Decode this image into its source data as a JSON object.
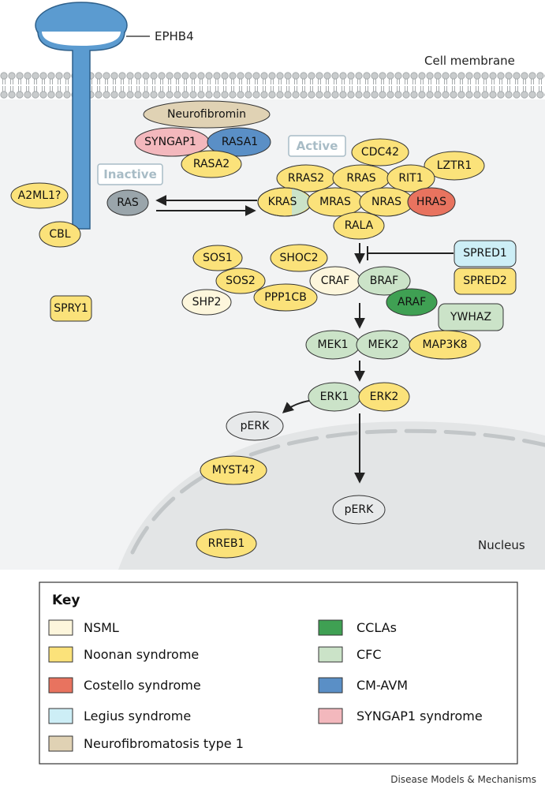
{
  "labels": {
    "receptor": "EPHB4",
    "membrane": "Cell membrane",
    "nucleus": "Nucleus",
    "inactive": "Inactive",
    "active": "Active",
    "credit": "Disease Models & Mechanisms"
  },
  "colors": {
    "nsml": "#fdf6dc",
    "noonan": "#fbe27a",
    "costello": "#e8735f",
    "legius": "#cdeef6",
    "nf1": "#e0d2b4",
    "cclas": "#3fa053",
    "cfc": "#cbe3c8",
    "cmavm": "#5a8fc6",
    "syngap1": "#f3b8bd",
    "inactive_ras": "#9aa5ab",
    "perk": "#e7e9ea",
    "receptor": "#5b9bd0"
  },
  "nodes": {
    "neurofibromin": "Neurofibromin",
    "syngap1": "SYNGAP1",
    "rasa1": "RASA1",
    "rasa2": "RASA2",
    "a2ml1": "A2ML1?",
    "cbl": "CBL",
    "ras": "RAS",
    "cdc42": "CDC42",
    "lztr1": "LZTR1",
    "rras2": "RRAS2",
    "rras": "RRAS",
    "rit1": "RIT1",
    "kras": "KRAS",
    "mras": "MRAS",
    "nras": "NRAS",
    "hras": "HRAS",
    "rala": "RALA",
    "spred1": "SPRED1",
    "spred2": "SPRED2",
    "sos1": "SOS1",
    "shoc2": "SHOC2",
    "sos2": "SOS2",
    "craf": "CRAF",
    "braf": "BRAF",
    "shp2": "SHP2",
    "ppp1cb": "PPP1CB",
    "araf": "ARAF",
    "ywhaz": "YWHAZ",
    "spry1": "SPRY1",
    "mek1": "MEK1",
    "mek2": "MEK2",
    "map3k8": "MAP3K8",
    "erk1": "ERK1",
    "erk2": "ERK2",
    "perk_cyto": "pERK",
    "myst4": "MYST4?",
    "perk_nuc": "pERK",
    "rreb1": "RREB1"
  },
  "key": {
    "title": "Key",
    "items": [
      {
        "label": "NSML",
        "color": "#fdf6dc"
      },
      {
        "label": "Noonan syndrome",
        "color": "#fbe27a"
      },
      {
        "label": "Costello syndrome",
        "color": "#e8735f"
      },
      {
        "label": "Legius syndrome",
        "color": "#cdeef6"
      },
      {
        "label": "Neurofibromatosis type 1",
        "color": "#e0d2b4"
      },
      {
        "label": "CCLAs",
        "color": "#3fa053"
      },
      {
        "label": "CFC",
        "color": "#cbe3c8"
      },
      {
        "label": "CM-AVM",
        "color": "#5a8fc6"
      },
      {
        "label": "SYNGAP1 syndrome",
        "color": "#f3b8bd"
      }
    ]
  }
}
